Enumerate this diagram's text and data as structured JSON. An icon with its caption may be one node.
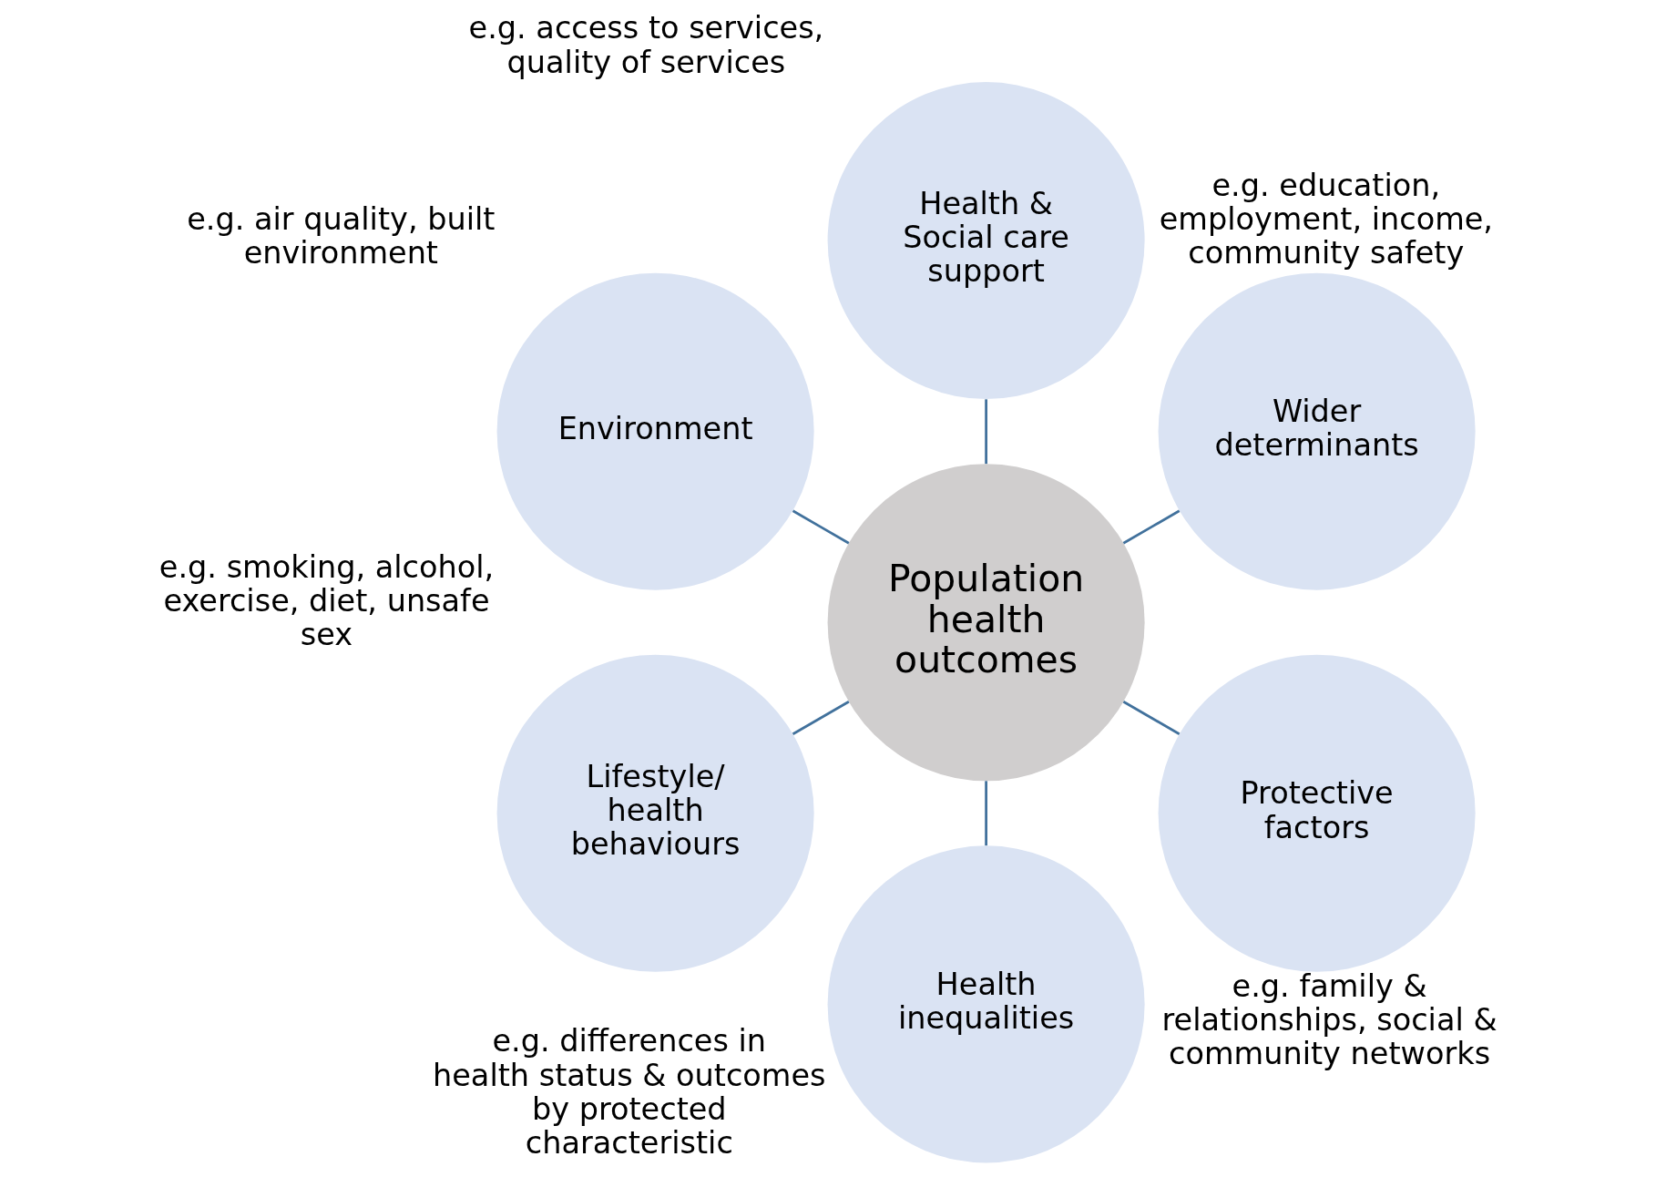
{
  "diagram": {
    "nodes": [
      {
        "text": [
          "Population health outcomes"
        ]
      },
      {
        "text": [
          "Wider determinants"
        ],
        "beside": [
          "e.g. education, employment, income, community safety"
        ]
      },
      {
        "text": [
          "Health & Social care support"
        ],
        "beside": [
          "e.g. access to services, quality of services"
        ]
      },
      {
        "text": [
          "Environment"
        ],
        "beside": [
          "e.g. air quality, built environment"
        ]
      },
      {
        "text": [
          "Lifestyle/ health behaviours"
        ],
        "beside": [
          "e.g. smoking, alcohol, exercise, diet, unsafe sex"
        ]
      },
      {
        "text": [
          "Health inequalities"
        ],
        "beside": [
          "e.g. differences in health status & outcomes by protected characteristic"
        ]
      },
      {
        "text": [
          "Protective factors"
        ],
        "beside": [
          "e.g. family & relationships, social & community networks"
        ]
      }
    ],
    "edges": [
      {
        "from": 0,
        "to": 1,
        "arrow": "none"
      },
      {
        "from": 0,
        "to": 2,
        "arrow": "none"
      },
      {
        "from": 0,
        "to": 3,
        "arrow": "none"
      },
      {
        "from": 0,
        "to": 4,
        "arrow": "none"
      },
      {
        "from": 0,
        "to": 5,
        "arrow": "none"
      },
      {
        "from": 0,
        "to": 6,
        "arrow": "none"
      }
    ]
  }
}
